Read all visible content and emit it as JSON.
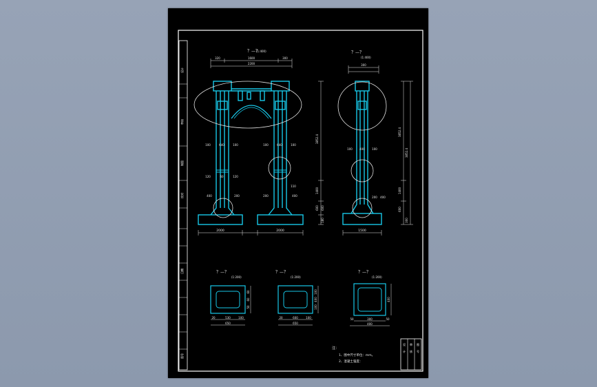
{
  "sheet": {
    "frame_color": "#ffffff",
    "structure_color": "#18c8e8",
    "dimension_color": "#e6e6e6"
  },
  "front_view": {
    "title": "？—？",
    "scale": "(1:400)",
    "dims_top": [
      "320",
      "1600",
      "300"
    ],
    "dim_total": "2200",
    "dims_middle": [
      "100",
      "640",
      "100",
      "100",
      "640",
      "100"
    ],
    "dims_lower": [
      "120",
      "60",
      "120",
      "110"
    ],
    "dims_base": [
      "400",
      "200",
      "200",
      "400"
    ],
    "footing_widths": [
      "2000",
      "2000"
    ],
    "height_dims": [
      "3852.4",
      "1400",
      "600",
      "600",
      "180"
    ]
  },
  "side_view": {
    "title": "？—？",
    "scale": "(1:400)",
    "dims_top": [
      "300"
    ],
    "dims_middle": [
      "100",
      "400",
      "100"
    ],
    "dims_base": [
      "200",
      "400"
    ],
    "footing_width": "1500",
    "height_dims": [
      "3852.4",
      "3852.4",
      "1400",
      "600",
      "300"
    ]
  },
  "sections": [
    {
      "title": "？—？",
      "scale": "(1:200)",
      "dims_bottom": [
        "20",
        "530",
        "100"
      ],
      "total": "650",
      "dims_right": [
        "60",
        "60",
        "50"
      ]
    },
    {
      "title": "？—？",
      "scale": "(1:200)",
      "dims_bottom": [
        "20",
        "600",
        "100"
      ],
      "total": "650",
      "dims_right": [
        "100",
        "400",
        "100"
      ]
    },
    {
      "title": "？—？",
      "scale": "(1:200)",
      "dims_bottom": [
        "50",
        "300",
        "50"
      ],
      "total": "400",
      "dims_right": [
        "400"
      ]
    }
  ],
  "notes": {
    "heading": "注：",
    "line1": "1、图中尺寸单位：mm。",
    "line2": "2、混凝土强度："
  },
  "left_strip": {
    "labels": [
      "设计",
      "审核",
      "制图",
      "校对",
      "日期",
      "图号"
    ]
  },
  "title_block": {
    "labels": [
      "设",
      "计",
      "审",
      "核",
      "图",
      "号"
    ]
  }
}
